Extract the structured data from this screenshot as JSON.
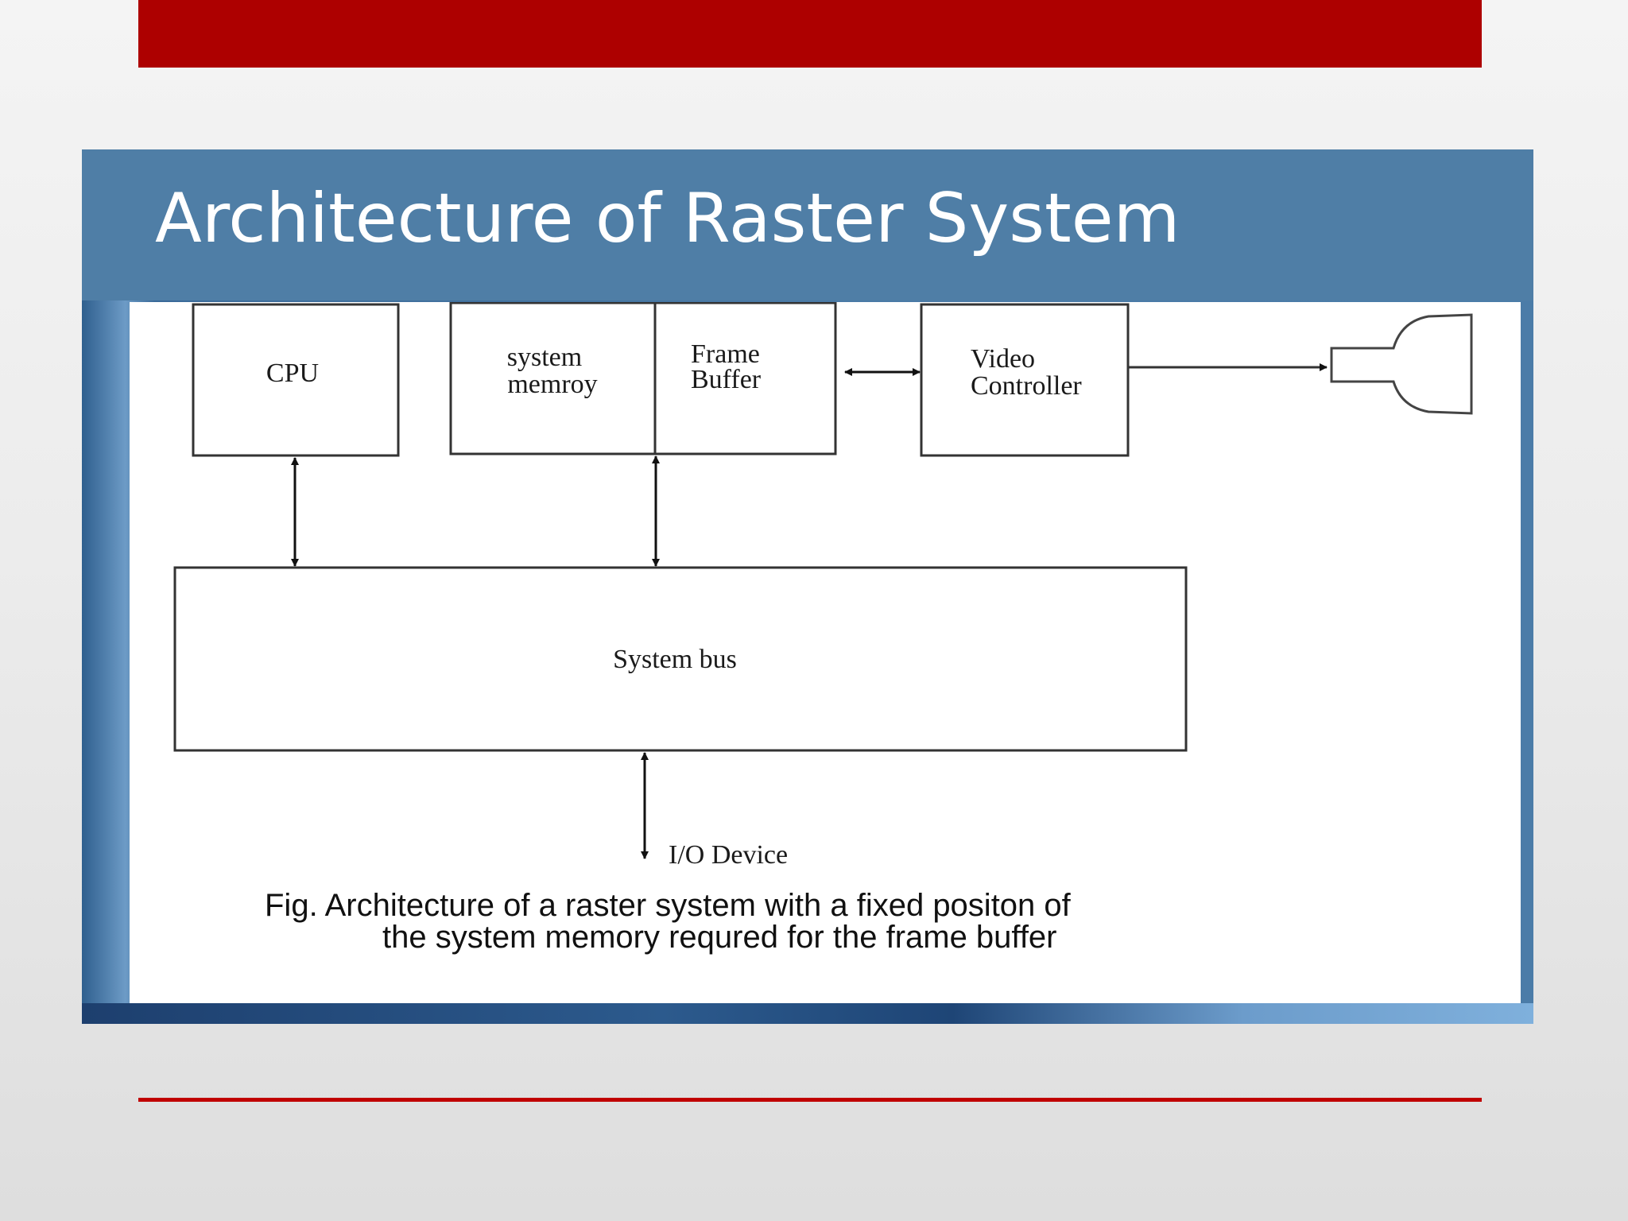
{
  "slide": {
    "title": "Architecture of Raster System",
    "colors": {
      "top_bar": "#ad0000",
      "title_band": "#4f7ea6",
      "bottom_rule": "#c00000",
      "panel": "#ffffff"
    }
  },
  "diagram": {
    "cpu": "CPU",
    "system_memory": [
      "system",
      "memroy"
    ],
    "frame_buffer": [
      "Frame",
      "Buffer"
    ],
    "video_controller": [
      "Video",
      "Controller"
    ],
    "system_bus": "System bus",
    "io_device": "I/O Device",
    "monitor_icon": "monitor-icon"
  },
  "caption": {
    "line1": "Fig. Architecture of a raster system with a fixed positon of",
    "line2": "the system memory requred for the frame buffer"
  }
}
